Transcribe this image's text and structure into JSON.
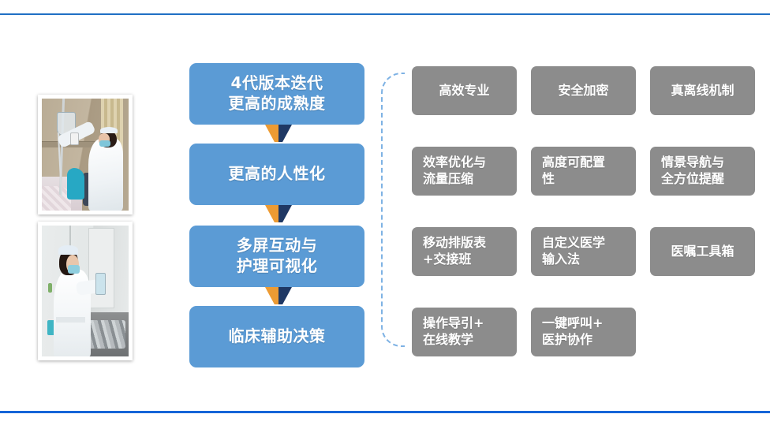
{
  "slide": {
    "background_color": "#FFFFFF",
    "rule_color": "#1F6FC4",
    "blue_box_color": "#5B9BD5",
    "gray_box_color": "#8C8C8C",
    "arrow_left_color": "#ED9B33",
    "arrow_right_color": "#1F3864",
    "bracket_color": "#7EB2E4"
  },
  "photos": [
    {
      "alt": "nurse-hanging-iv-bag"
    },
    {
      "alt": "nurse-preparing-medication"
    }
  ],
  "flow": {
    "steps": [
      {
        "label": "4代版本迭代\n更高的成熟度"
      },
      {
        "label": "更高的人性化"
      },
      {
        "label": "多屏互动与\n护理可视化"
      },
      {
        "label": "临床辅助决策"
      }
    ]
  },
  "features": {
    "rows": [
      [
        {
          "label": "高效专业",
          "align": "center"
        },
        {
          "label": "安全加密",
          "align": "center"
        },
        {
          "label": "真离线机制",
          "align": "center"
        }
      ],
      [
        {
          "label": "效率优化与\n流量压缩",
          "align": "left"
        },
        {
          "label": "高度可配置\n性",
          "align": "left"
        },
        {
          "label": "情景导航与\n全方位提醒",
          "align": "left"
        }
      ],
      [
        {
          "label": "移动排版表\n+交接班",
          "align": "left"
        },
        {
          "label": "自定义医学\n输入法",
          "align": "left"
        },
        {
          "label": "医嘱工具箱",
          "align": "center"
        }
      ],
      [
        {
          "label": "操作导引+\n在线教学",
          "align": "left"
        },
        {
          "label": "一键呼叫+\n医护协作",
          "align": "left"
        }
      ]
    ]
  }
}
